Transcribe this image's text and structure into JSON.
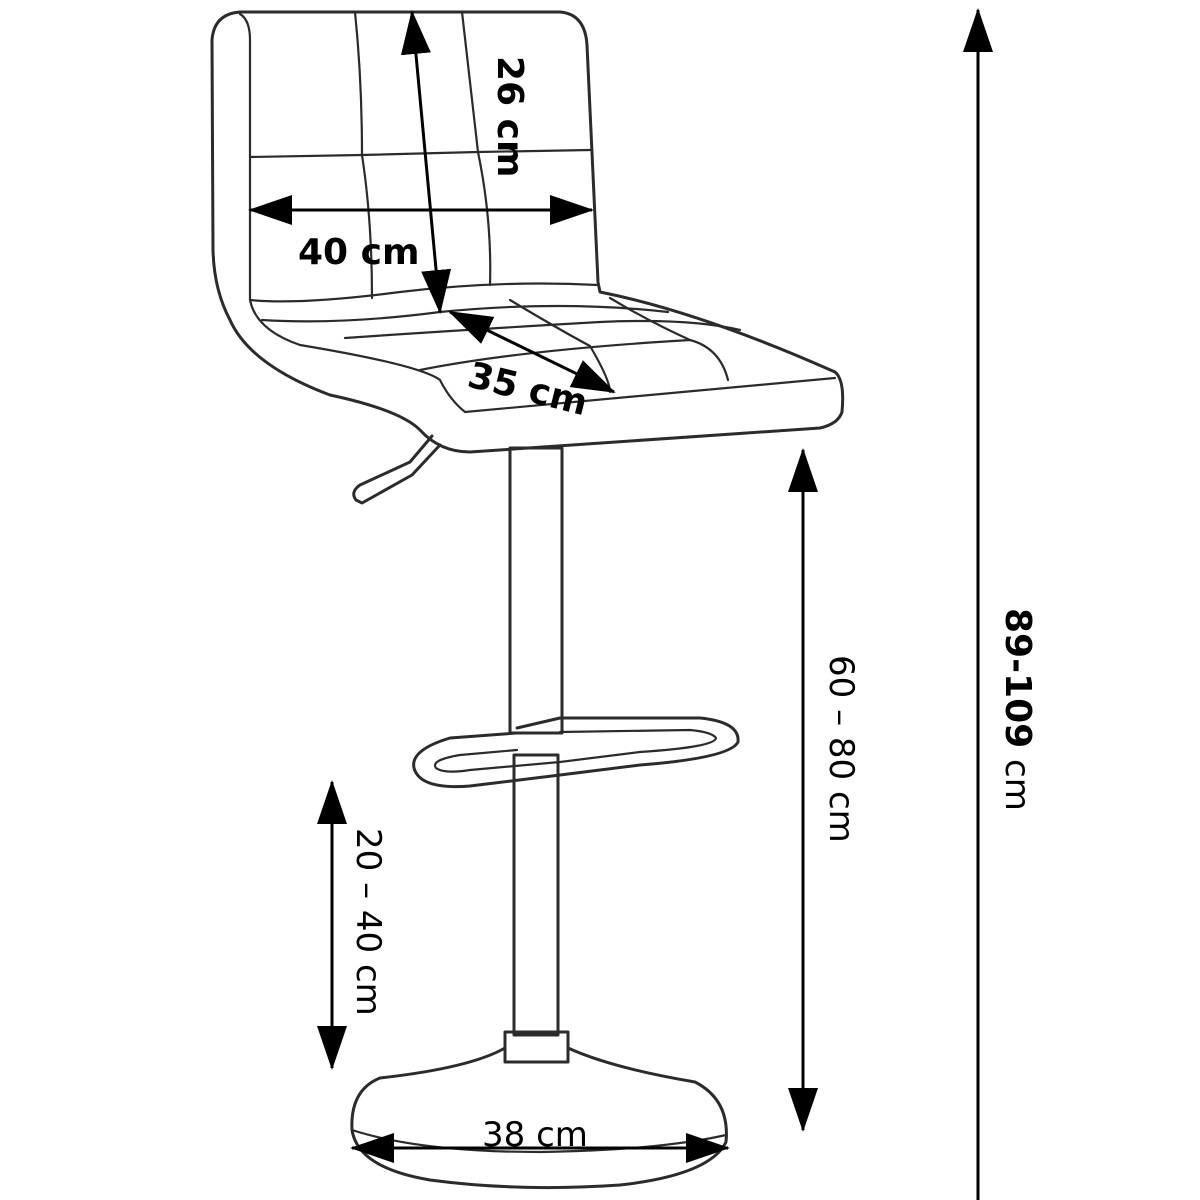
{
  "product": "bar stool",
  "dimensions": {
    "backrest_height": "26 cm",
    "seat_width": "40 cm",
    "seat_depth": "35 cm",
    "seat_height": "60 – 80 cm",
    "total_height_value": "89-109",
    "total_height_unit": " cm",
    "footrest_height": "20 – 40 cm",
    "base_diameter": "38 cm"
  },
  "colors": {
    "line": "#2b2b2b",
    "arrow": "#000000",
    "background": "#ffffff"
  }
}
